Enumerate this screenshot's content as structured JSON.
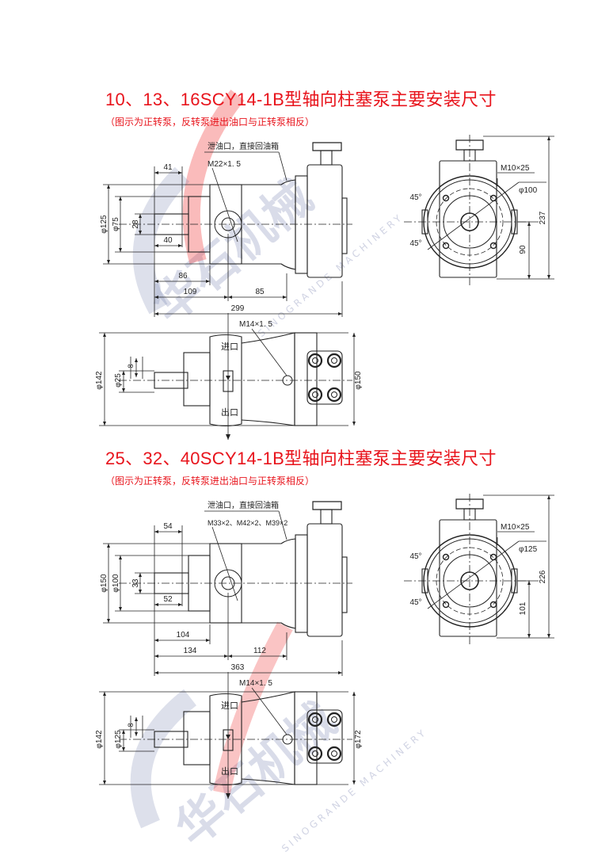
{
  "watermark": {
    "brand_cn": "华石机械",
    "brand_en": "SINOGRANDE MACHINERY"
  },
  "colors": {
    "title": "#e8141c",
    "line": "#222222",
    "watermark_blue": "#7882af",
    "watermark_red": "#f04040"
  },
  "sections": [
    {
      "title": "10、13、16SCY14-1B型轴向柱塞泵主要安装尺寸",
      "note": "（图示为正转泵，反转泵进出油口与正转泵相反）",
      "side": {
        "leak_port": "泄油口，直接回油箱",
        "drain_thread": "M22×1. 5",
        "d_outer": "φ125",
        "d_pilot": "φ75",
        "key": "28",
        "shaft_len": "41",
        "key_len": "40",
        "dim_a": "86",
        "dim_b": "109",
        "dim_c": "85",
        "total": "299"
      },
      "end": {
        "bolt": "M10×25",
        "bolt_circle": "φ100",
        "angle_top": "45°",
        "angle_bottom": "45°",
        "height": "237",
        "center_height": "90"
      },
      "bottom": {
        "thread": "M14×1. 5",
        "d_body": "φ142",
        "d_shaft": "φ25",
        "key_width": "8",
        "d_flange": "φ150",
        "inlet": "进口",
        "outlet": "出口"
      }
    },
    {
      "title": "25、32、40SCY14-1B型轴向柱塞泵主要安装尺寸",
      "note": "（图示为正转泵，反转泵进出油口与正转泵相反）",
      "side": {
        "leak_port": "泄油口，直接回油箱",
        "drain_thread": "M33×2、M42×2、M39×2",
        "d_outer": "φ150",
        "d_pilot": "φ100",
        "key": "33",
        "shaft_len": "54",
        "key_len": "52",
        "dim_a": "104",
        "dim_b": "134",
        "dim_c": "112",
        "total": "363"
      },
      "end": {
        "bolt": "M10×25",
        "bolt_circle": "φ125",
        "angle_top": "45°",
        "angle_bottom": "45°",
        "height": "226",
        "center_height": "101"
      },
      "bottom": {
        "thread": "M14×1. 5",
        "d_body": "φ142",
        "d_shaft": "φ125",
        "key_width": "8",
        "d_flange": "φ172",
        "inlet": "进口",
        "outlet": "出口"
      }
    }
  ]
}
